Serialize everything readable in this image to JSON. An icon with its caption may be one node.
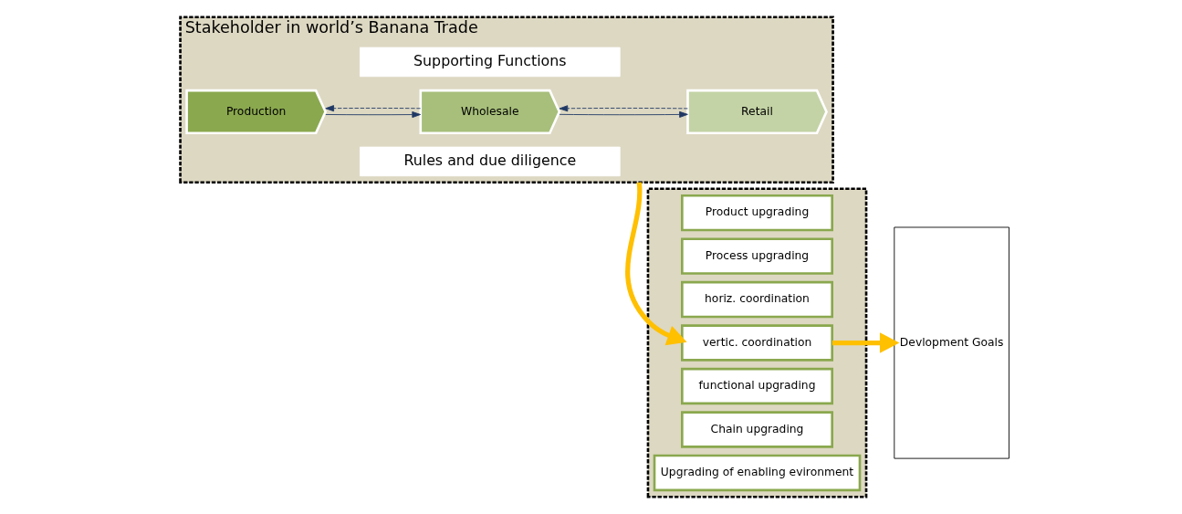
{
  "diagram": {
    "nodes": [
      {
        "text": [
          "Stakeholder in world’s Banana Trade"
        ]
      },
      {
        "text": [
          "Supporting Functions"
        ],
        "in": 0
      },
      {
        "text": [
          "Production"
        ],
        "in": 0
      },
      {
        "text": [
          "Wholesale"
        ],
        "in": 0
      },
      {
        "text": [
          "Retail"
        ],
        "in": 0
      },
      {
        "text": [
          "Rules and due diligence"
        ],
        "in": 0
      },
      {
        "text": [],
        "shape": "box"
      },
      {
        "text": [
          "Product upgrading"
        ],
        "in": 6
      },
      {
        "text": [
          "Process upgrading"
        ],
        "in": 6
      },
      {
        "text": [
          "horiz. coordination"
        ],
        "in": 6
      },
      {
        "text": [
          "vertic. coordination"
        ],
        "in": 6
      },
      {
        "text": [
          "functional upgrading"
        ],
        "in": 6
      },
      {
        "text": [
          "Chain upgrading"
        ],
        "in": 6
      },
      {
        "text": [
          "Upgrading of enabling evironment"
        ],
        "in": 6
      },
      {
        "text": [
          "Devlopment Goals"
        ]
      }
    ],
    "edges": [
      {
        "from": 2,
        "to": 3,
        "arrow": "to"
      },
      {
        "from": 3,
        "to": 4,
        "arrow": "to"
      },
      {
        "from": 3,
        "to": 2,
        "arrow": "to",
        "style": "dashed"
      },
      {
        "from": 4,
        "to": 3,
        "arrow": "to",
        "style": "dashed"
      },
      {
        "from": 0,
        "to": 10,
        "arrow": "to",
        "style": "thick",
        "color": "#ffc000"
      },
      {
        "from": 10,
        "to": 14,
        "arrow": "to",
        "style": "thick",
        "color": "#ffc000"
      }
    ]
  }
}
